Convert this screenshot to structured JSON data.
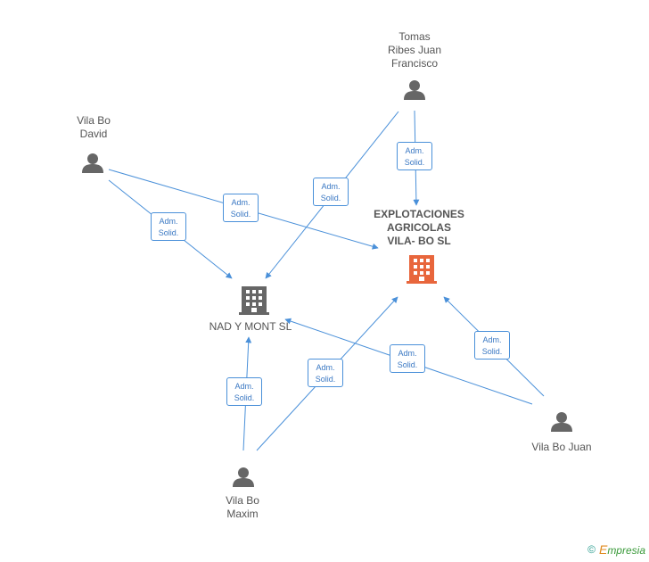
{
  "nodes": {
    "explotaciones": {
      "label": "EXPLOTACIONES\nAGRICOLAS\nVILA- BO SL",
      "kind": "company-main"
    },
    "nadymont": {
      "label": "NAD Y MONT SL",
      "kind": "company"
    },
    "tomas": {
      "label": "Tomas\nRibes Juan\nFrancisco",
      "kind": "person"
    },
    "vilabodavid": {
      "label": "Vila Bo\nDavid",
      "kind": "person"
    },
    "vilabojuan": {
      "label": "Vila Bo Juan",
      "kind": "person"
    },
    "vilabomaxim": {
      "label": "Vila Bo\nMaxim",
      "kind": "person"
    }
  },
  "relation_label": {
    "line1": "Adm.",
    "line2": "Solid."
  },
  "edges": [
    {
      "from": "tomas",
      "to": "explotaciones",
      "label": "Adm. Solid."
    },
    {
      "from": "tomas",
      "to": "nadymont",
      "label": "Adm. Solid."
    },
    {
      "from": "vilabodavid",
      "to": "explotaciones",
      "label": "Adm. Solid."
    },
    {
      "from": "vilabodavid",
      "to": "nadymont",
      "label": "Adm. Solid."
    },
    {
      "from": "vilabojuan",
      "to": "explotaciones",
      "label": "Adm. Solid."
    },
    {
      "from": "vilabojuan",
      "to": "nadymont",
      "label": "Adm. Solid."
    },
    {
      "from": "vilabomaxim",
      "to": "explotaciones",
      "label": "Adm. Solid."
    },
    {
      "from": "vilabomaxim",
      "to": "nadymont",
      "label": "Adm. Solid."
    }
  ],
  "colors": {
    "edge": "#4a90d9",
    "person": "#666666",
    "company": "#666666",
    "company_main": "#e8663c"
  },
  "footer": {
    "copyright": "©",
    "brand": "mpresia",
    "brand_initial": "E"
  }
}
